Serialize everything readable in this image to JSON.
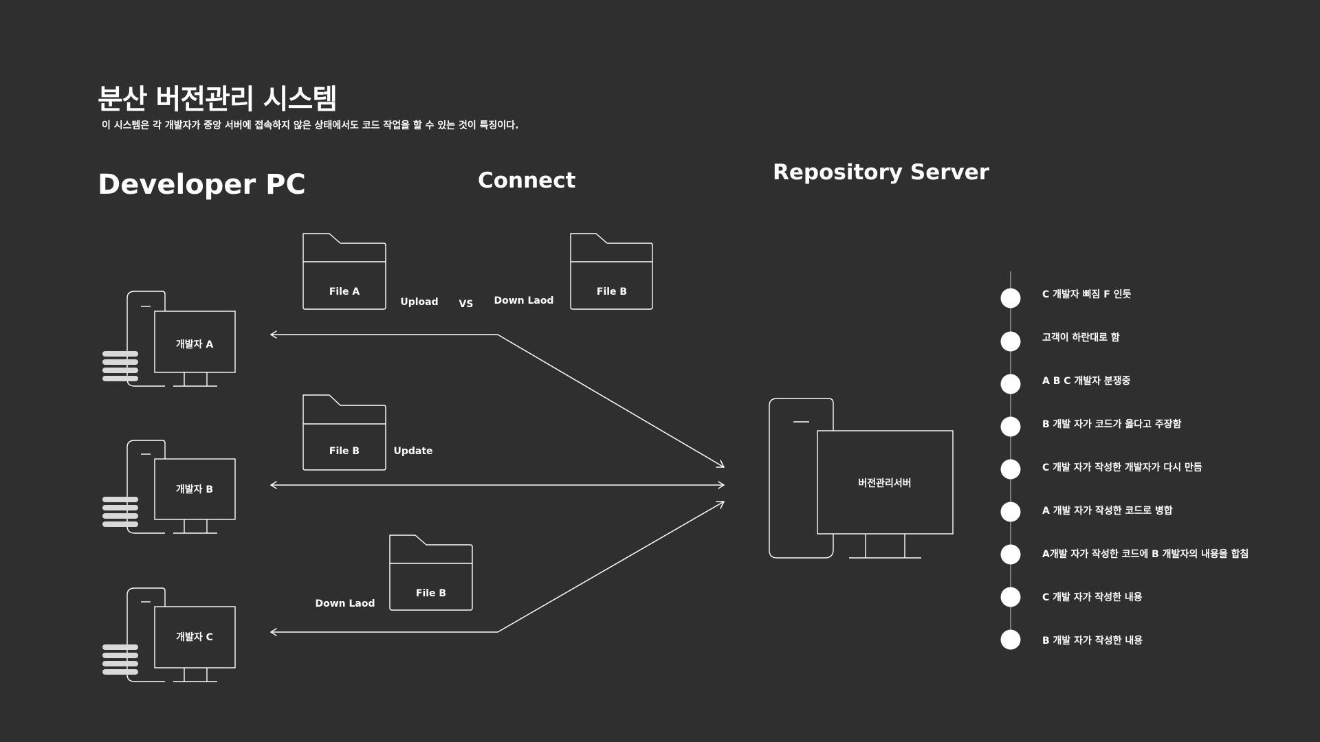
{
  "title": "분산 버전관리 시스템",
  "subtitle": "이 시스템은 각 개발자가 중앙 서버에 접속하지 않은 상태에서도 코드 작업을 할 수 있는 것이 특징이다.",
  "sections": {
    "developer": "Developer PC",
    "connect": "Connect",
    "repository": "Repository Server"
  },
  "developers": [
    "개발자 A",
    "개발자 B",
    "개발자 C"
  ],
  "server_label": "버전관리서버",
  "files": {
    "top_left": "File A",
    "top_right": "File B",
    "middle": "File B",
    "bottom": "File B"
  },
  "actions": {
    "upload": "Upload",
    "vs": "VS",
    "download_top": "Down Laod",
    "update": "Update",
    "download_bottom": "Down Laod"
  },
  "timeline": [
    "C 개발자 삐짐 F 인듯",
    "고객이 하란대로 함",
    "A B C 개발자 분쟁중",
    "B 개발 자가 코드가 옳다고 주장함",
    "C 개발 자가 작성한 개발자가 다시 만듬",
    "A 개발 자가 작성한 코드로 병합",
    "A개발 자가 작성한 코드에 B 개발자의 내용을 합침",
    "C 개발 자가 작성한 내용",
    "B 개발 자가 작성한 내용"
  ],
  "colors": {
    "background": "#2f2f2f",
    "line": "#ffffff",
    "disk": "#d9d9d9"
  }
}
